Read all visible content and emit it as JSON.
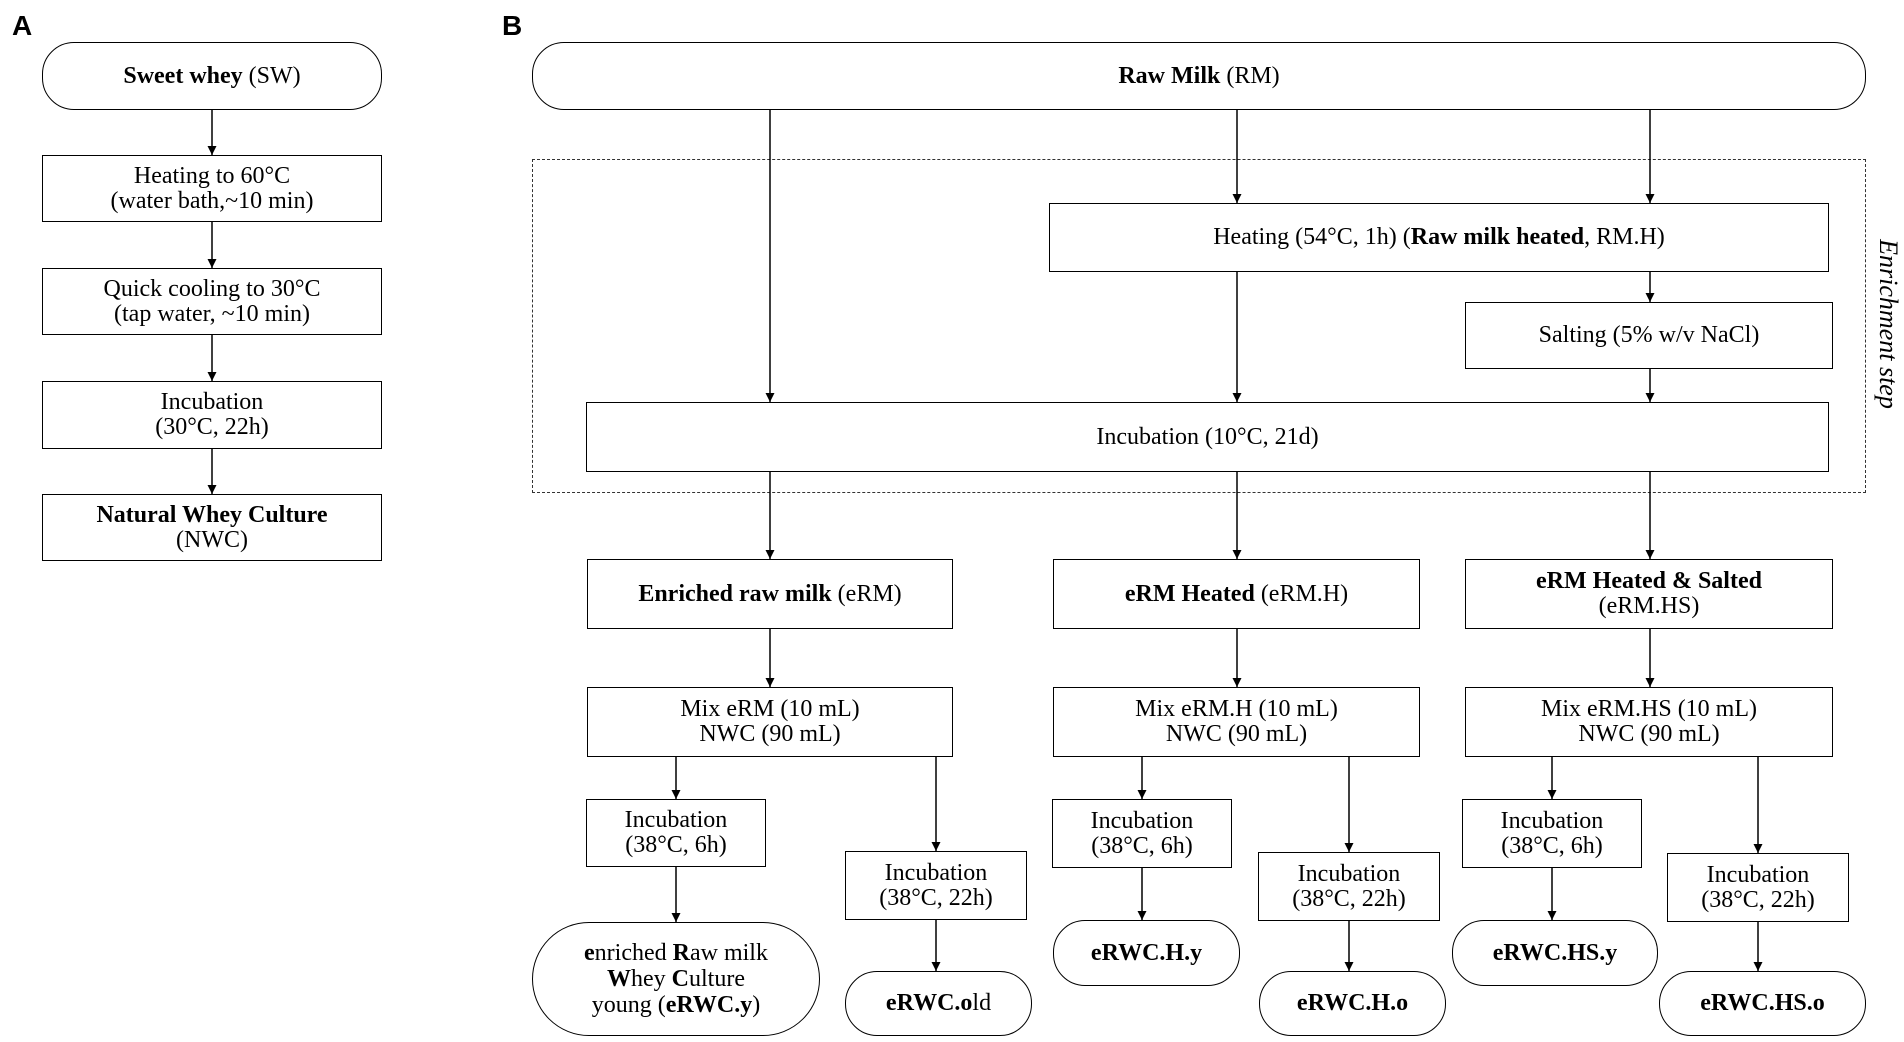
{
  "panels": {
    "a": "A",
    "b": "B"
  },
  "enrichment": {
    "label": "Enrichment step"
  },
  "panel_a": {
    "sweet_whey": {
      "bold": "Sweet whey",
      "rest": " (SW)"
    },
    "heating": {
      "line1": "Heating to 60°C",
      "line2": "(water bath,~10 min)"
    },
    "cooling": {
      "line1": "Quick cooling to 30°C",
      "line2": "(tap water, ~10 min)"
    },
    "incubation": {
      "line1": "Incubation",
      "line2": "(30°C, 22h)"
    },
    "nwc": {
      "line1": "Natural Whey Culture",
      "line2": "(NWC)"
    }
  },
  "panel_b": {
    "raw_milk": {
      "bold": "Raw Milk",
      "rest": " (RM)"
    },
    "heating": {
      "pre": "Heating (54°C, 1h) (",
      "bold": "Raw milk heated",
      "post": ", RM.H)"
    },
    "salting": {
      "text": "Salting (5% w/v NaCl)"
    },
    "incubation_enrich": {
      "text": "Incubation (10°C, 21d)"
    },
    "erm": {
      "bold": "Enriched raw milk",
      "rest": " (eRM)"
    },
    "erm_h": {
      "bold": "eRM Heated",
      "rest": " (eRM.H)"
    },
    "erm_hs": {
      "line1": "eRM Heated & Salted",
      "line2": "(eRM.HS)"
    },
    "mix_erm": {
      "line1": "Mix eRM (10 mL)",
      "line2": "NWC (90 mL)"
    },
    "mix_erm_h": {
      "line1": "Mix eRM.H (10 mL)",
      "line2": "NWC (90 mL)"
    },
    "mix_erm_hs": {
      "line1": "Mix eRM.HS (10 mL)",
      "line2": "NWC (90 mL)"
    },
    "inc_erm_young": {
      "line1": "Incubation",
      "line2": "(38°C, 6h)"
    },
    "inc_erm_old": {
      "line1": "Incubation",
      "line2": "(38°C, 22h)"
    },
    "inc_h_young": {
      "line1": "Incubation",
      "line2": "(38°C, 6h)"
    },
    "inc_h_old": {
      "line1": "Incubation",
      "line2": "(38°C, 22h)"
    },
    "inc_hs_young": {
      "line1": "Incubation",
      "line2": "(38°C, 6h)"
    },
    "inc_hs_old": {
      "line1": "Incubation",
      "line2": "(38°C, 22h)"
    },
    "erwc_y": {
      "l1_b1": "e",
      "l1_t1": "nriched ",
      "l1_b2": "R",
      "l1_t2": "aw milk",
      "l2_b1": "W",
      "l2_t1": "hey ",
      "l2_b2": "C",
      "l2_t2": "ulture",
      "l3_t1": "young (",
      "l3_b1": "eRWC.y",
      "l3_t2": ")"
    },
    "erwc_old": {
      "b1": "eRWC.o",
      "t1": "ld"
    },
    "erwc_h_y": {
      "text": "eRWC.H.y"
    },
    "erwc_h_o": {
      "text": "eRWC.H.o"
    },
    "erwc_hs_y": {
      "text": "eRWC.HS.y"
    },
    "erwc_hs_o": {
      "text": "eRWC.HS.o"
    }
  }
}
